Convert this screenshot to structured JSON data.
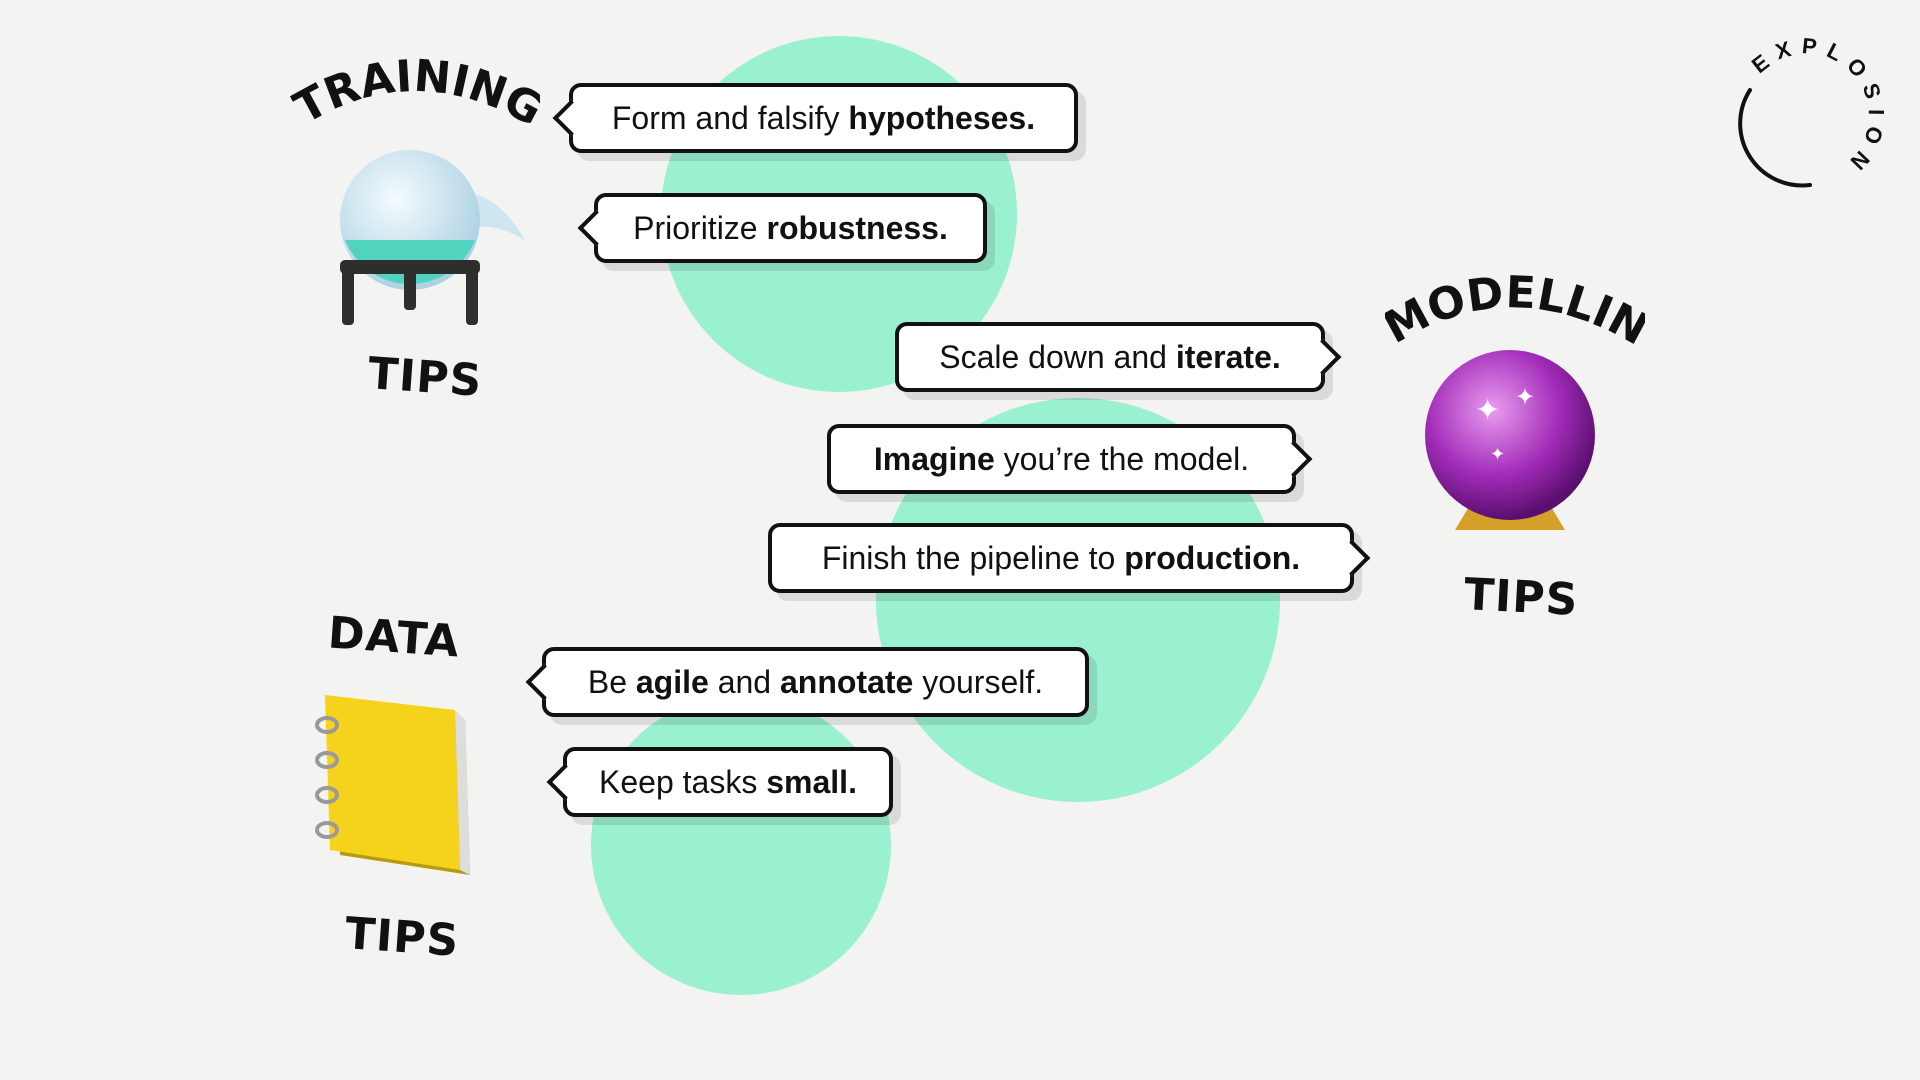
{
  "logo": {
    "text": "EXPLOSION"
  },
  "sections": {
    "training": {
      "title": "TRAINING",
      "subtitle": "TIPS",
      "icon": "flask-icon"
    },
    "modelling": {
      "title": "MODELLING",
      "subtitle": "TIPS",
      "icon": "crystal-ball-icon"
    },
    "data": {
      "title": "DATA",
      "subtitle": "TIPS",
      "icon": "notebook-icon"
    }
  },
  "bubbles": [
    {
      "tail": "left",
      "parts": [
        {
          "text": "Form and falsify ",
          "bold": false
        },
        {
          "text": "hypotheses.",
          "bold": true
        }
      ]
    },
    {
      "tail": "left",
      "parts": [
        {
          "text": "Prioritize ",
          "bold": false
        },
        {
          "text": "robustness.",
          "bold": true
        }
      ]
    },
    {
      "tail": "right",
      "parts": [
        {
          "text": "Scale down and ",
          "bold": false
        },
        {
          "text": "iterate.",
          "bold": true
        }
      ]
    },
    {
      "tail": "right",
      "parts": [
        {
          "text": "Imagine",
          "bold": true
        },
        {
          "text": " you’re the model.",
          "bold": false
        }
      ]
    },
    {
      "tail": "right",
      "parts": [
        {
          "text": "Finish the pipeline to ",
          "bold": false
        },
        {
          "text": "production.",
          "bold": true
        }
      ]
    },
    {
      "tail": "left",
      "parts": [
        {
          "text": "Be ",
          "bold": false
        },
        {
          "text": "agile",
          "bold": true
        },
        {
          "text": " and ",
          "bold": false
        },
        {
          "text": "annotate",
          "bold": true
        },
        {
          "text": " yourself.",
          "bold": false
        }
      ]
    },
    {
      "tail": "left",
      "parts": [
        {
          "text": "Keep tasks ",
          "bold": false
        },
        {
          "text": "small.",
          "bold": true
        }
      ]
    }
  ],
  "colors": {
    "accent": "#9af1cf",
    "background": "#f3f3f2",
    "ink": "#111111"
  }
}
